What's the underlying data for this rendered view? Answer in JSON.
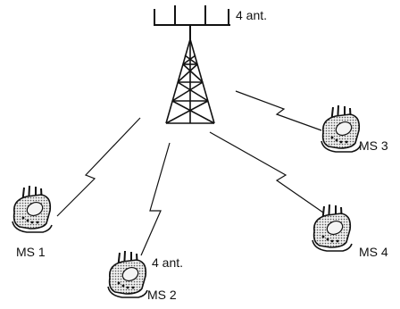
{
  "base_station": {
    "antenna_label": "4 ant."
  },
  "mobile_stations": [
    {
      "label": "MS 1"
    },
    {
      "label": "MS 2",
      "antenna_label": "4 ant."
    },
    {
      "label": "MS 3"
    },
    {
      "label": "MS 4"
    }
  ],
  "colors": {
    "ink": "#111111",
    "phone_fill": "#d9d9d9"
  }
}
